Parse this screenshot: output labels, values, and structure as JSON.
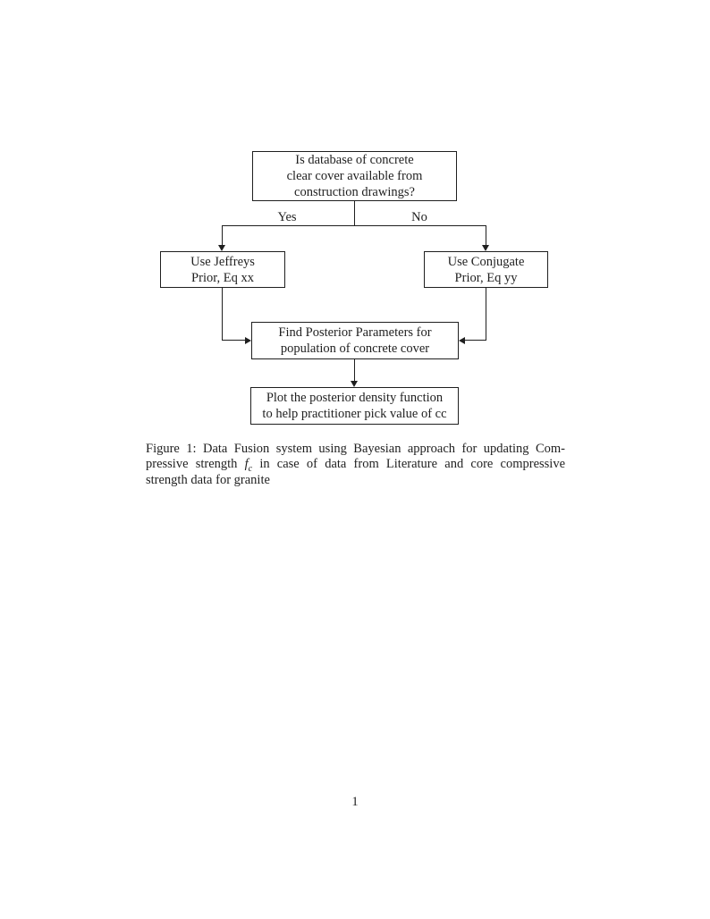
{
  "colors": {
    "ink": "#1f1f1f",
    "paper": "#ffffff"
  },
  "flowchart": {
    "decision": {
      "lines": [
        "Is database of concrete",
        "clear cover available from",
        "construction drawings?"
      ]
    },
    "branch_labels": {
      "yes": "Yes",
      "no": "No"
    },
    "jeffreys_prior": {
      "lines": [
        "Use Jeffreys",
        "Prior, Eq xx"
      ]
    },
    "conjugate_prior": {
      "lines": [
        "Use Conjugate",
        "Prior, Eq yy"
      ]
    },
    "posterior_parameters": {
      "lines": [
        "Find Posterior Parameters for",
        "population of concrete cover"
      ]
    },
    "plot_density": {
      "lines": [
        "Plot the posterior density function",
        "to help practitioner pick value of cc"
      ]
    }
  },
  "caption": {
    "line1": "Figure 1: Data Fusion system using Bayesian approach for updating Com-",
    "line2_prefix": "pressive strength",
    "line2_math_var": "f",
    "line2_math_sub": "c",
    "line2_suffix": "in case of data from Literature and core compressive",
    "line3": "strength data for granite"
  },
  "page": {
    "number": "1"
  }
}
